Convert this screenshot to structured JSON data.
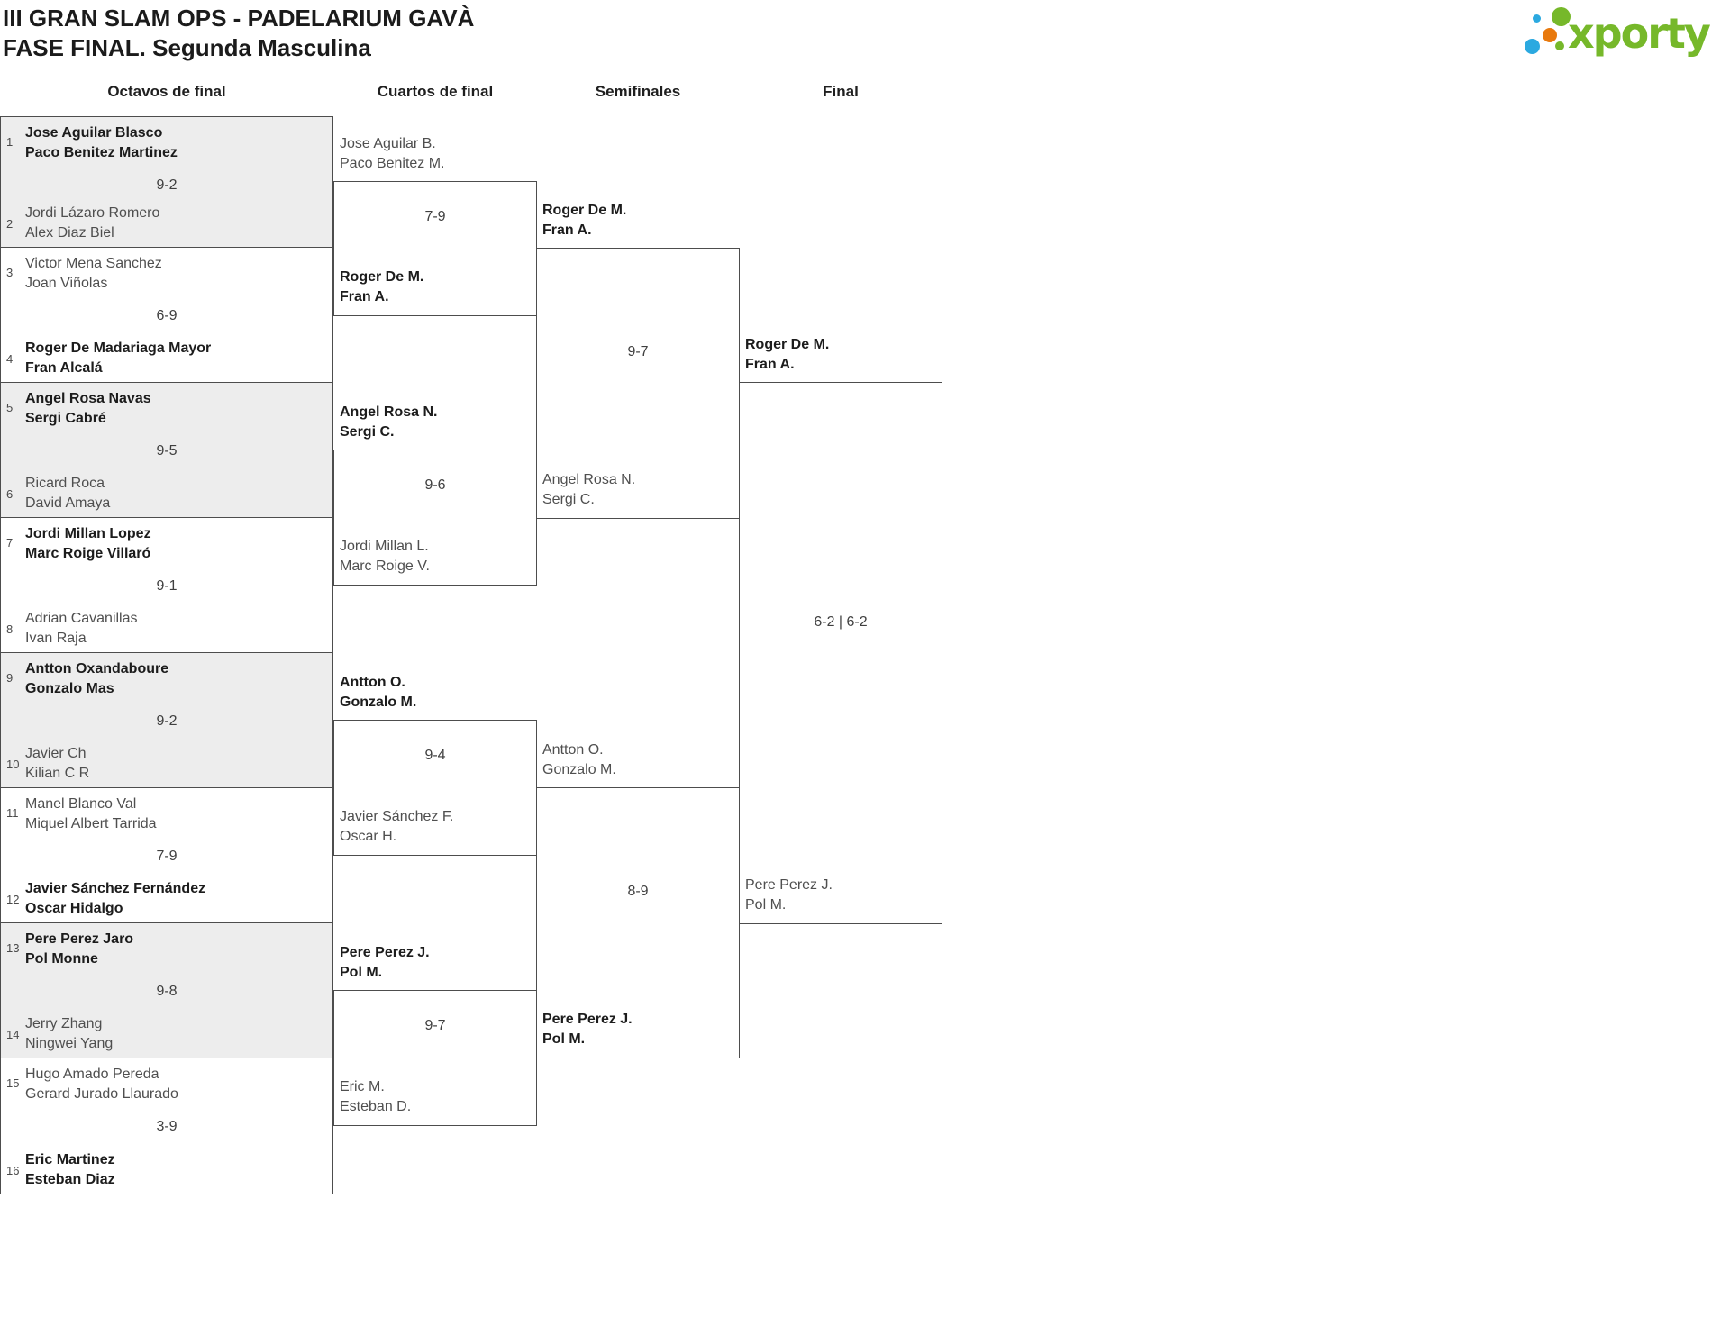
{
  "header": {
    "title": "III GRAN SLAM OPS - PADELARIUM GAVÀ",
    "subtitle": "FASE FINAL. Segunda Masculina"
  },
  "logo": {
    "text": "xporty",
    "green": "#76b82a",
    "blue": "#2ba9e0",
    "orange": "#e8790d"
  },
  "round_headers": [
    "Octavos de final",
    "Cuartos de final",
    "Semifinales",
    "Final"
  ],
  "colors": {
    "border": "#4d4d4d",
    "shaded_row": "#ededed",
    "winner_text": "#1c1c1c",
    "normal_text": "#4f4f4f"
  },
  "bracket": {
    "octavos": [
      {
        "seed_top": "1",
        "top": {
          "p1": "Jose Aguilar Blasco",
          "p2": "Paco Benitez Martinez",
          "winner": true
        },
        "score": "9-2",
        "seed_bottom": "2",
        "bottom": {
          "p1": "Jordi Lázaro Romero",
          "p2": "Alex Diaz Biel",
          "winner": false
        },
        "shaded": true
      },
      {
        "seed_top": "3",
        "top": {
          "p1": "Victor Mena Sanchez",
          "p2": "Joan Viñolas",
          "winner": false
        },
        "score": "6-9",
        "seed_bottom": "4",
        "bottom": {
          "p1": "Roger De Madariaga Mayor",
          "p2": "Fran Alcalá",
          "winner": true
        },
        "shaded": false
      },
      {
        "seed_top": "5",
        "top": {
          "p1": "Angel Rosa Navas",
          "p2": "Sergi Cabré",
          "winner": true
        },
        "score": "9-5",
        "seed_bottom": "6",
        "bottom": {
          "p1": "Ricard Roca",
          "p2": "David Amaya",
          "winner": false
        },
        "shaded": true
      },
      {
        "seed_top": "7",
        "top": {
          "p1": "Jordi Millan Lopez",
          "p2": "Marc Roige Villaró",
          "winner": true
        },
        "score": "9-1",
        "seed_bottom": "8",
        "bottom": {
          "p1": "Adrian Cavanillas",
          "p2": "Ivan Raja",
          "winner": false
        },
        "shaded": false
      },
      {
        "seed_top": "9",
        "top": {
          "p1": "Antton Oxandaboure",
          "p2": "Gonzalo Mas",
          "winner": true
        },
        "score": "9-2",
        "seed_bottom": "10",
        "bottom": {
          "p1": "Javier Ch",
          "p2": "Kilian C R",
          "winner": false
        },
        "shaded": true
      },
      {
        "seed_top": "11",
        "top": {
          "p1": "Manel Blanco Val",
          "p2": "Miquel Albert Tarrida",
          "winner": false
        },
        "score": "7-9",
        "seed_bottom": "12",
        "bottom": {
          "p1": "Javier Sánchez Fernández",
          "p2": "Oscar Hidalgo",
          "winner": true
        },
        "shaded": false
      },
      {
        "seed_top": "13",
        "top": {
          "p1": "Pere Perez Jaro",
          "p2": "Pol Monne",
          "winner": true
        },
        "score": "9-8",
        "seed_bottom": "14",
        "bottom": {
          "p1": "Jerry Zhang",
          "p2": "Ningwei Yang",
          "winner": false
        },
        "shaded": true
      },
      {
        "seed_top": "15",
        "top": {
          "p1": "Hugo Amado Pereda",
          "p2": "Gerard Jurado Llaurado",
          "winner": false
        },
        "score": "3-9",
        "seed_bottom": "16",
        "bottom": {
          "p1": "Eric Martinez",
          "p2": "Esteban Diaz",
          "winner": true
        },
        "shaded": false
      }
    ],
    "cuartos": [
      {
        "top": {
          "p1": "Jose Aguilar B.",
          "p2": "Paco Benitez M.",
          "winner": false
        },
        "score": "7-9",
        "bottom": {
          "p1": "Roger De M.",
          "p2": "Fran A.",
          "winner": true
        }
      },
      {
        "top": {
          "p1": "Angel Rosa N.",
          "p2": "Sergi C.",
          "winner": true
        },
        "score": "9-6",
        "bottom": {
          "p1": "Jordi Millan L.",
          "p2": "Marc Roige V.",
          "winner": false
        }
      },
      {
        "top": {
          "p1": "Antton O.",
          "p2": "Gonzalo M.",
          "winner": true
        },
        "score": "9-4",
        "bottom": {
          "p1": "Javier Sánchez F.",
          "p2": "Oscar H.",
          "winner": false
        }
      },
      {
        "top": {
          "p1": "Pere Perez J.",
          "p2": "Pol M.",
          "winner": true
        },
        "score": "9-7",
        "bottom": {
          "p1": "Eric M.",
          "p2": "Esteban D.",
          "winner": false
        }
      }
    ],
    "semifinales": [
      {
        "top": {
          "p1": "Roger De M.",
          "p2": "Fran A.",
          "winner": true
        },
        "score": "9-7",
        "bottom": {
          "p1": "Angel Rosa N.",
          "p2": "Sergi C.",
          "winner": false
        }
      },
      {
        "top": {
          "p1": "Antton O.",
          "p2": "Gonzalo M.",
          "winner": false
        },
        "score": "8-9",
        "bottom": {
          "p1": "Pere Perez J.",
          "p2": "Pol M.",
          "winner": true
        }
      }
    ],
    "final": {
      "top": {
        "p1": "Roger De M.",
        "p2": "Fran A.",
        "winner": true
      },
      "score": "6-2 | 6-2",
      "bottom": {
        "p1": "Pere Perez J.",
        "p2": "Pol M.",
        "winner": false
      }
    }
  }
}
